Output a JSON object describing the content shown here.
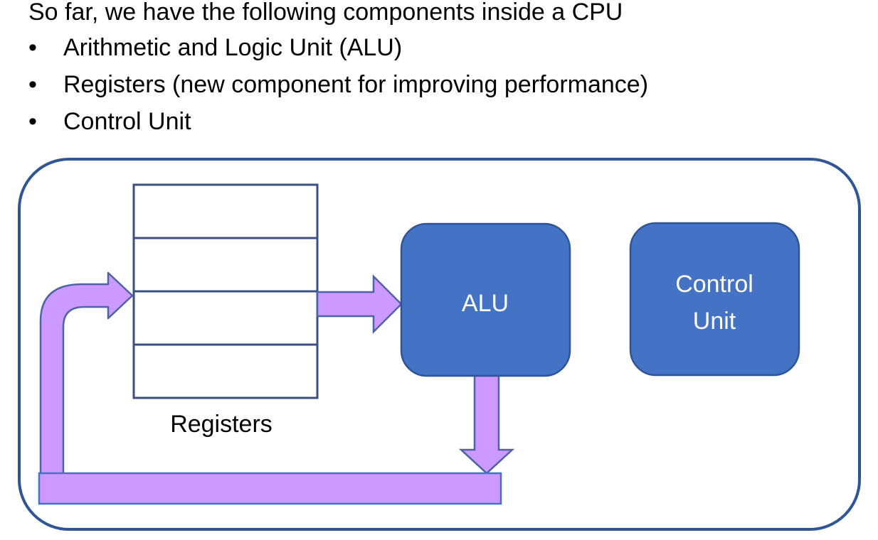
{
  "slide": {
    "intro": "So far, we have the following components inside a CPU",
    "bullet_glyph": "•",
    "bullets": [
      "Arithmetic and Logic Unit (ALU)",
      "Registers (new component for improving performance)",
      "Control Unit"
    ]
  },
  "diagram": {
    "alu_label": "ALU",
    "control_unit_label_line1": "Control",
    "control_unit_label_line2": "Unit",
    "registers_label": "Registers",
    "colors": {
      "border": "#2f5597",
      "box_fill": "#4472c4",
      "box_text": "#ffffff",
      "arrow_fill": "#cc99ff",
      "arrow_stroke": "#4d63a6",
      "register_stroke": "#3b5080"
    }
  }
}
